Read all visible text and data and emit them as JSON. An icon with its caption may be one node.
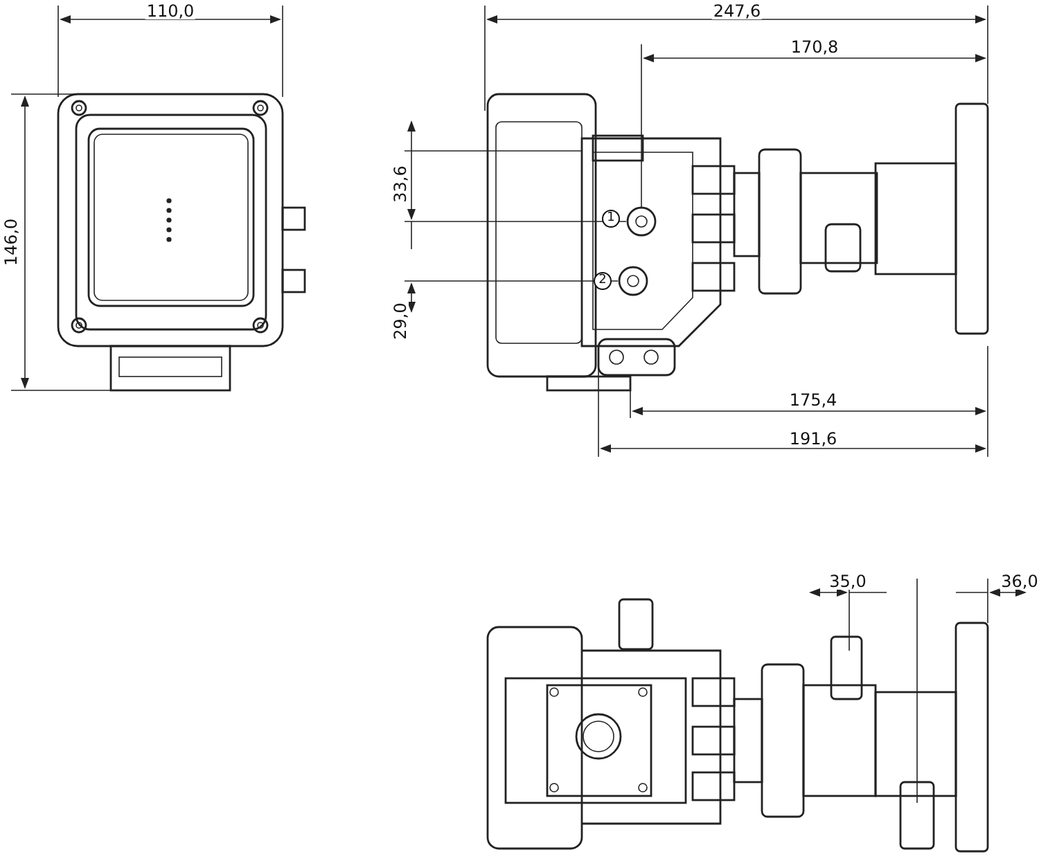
{
  "diagram": {
    "labels": [
      "110,0",
      "247,6",
      "170,8",
      "146,0",
      "33,6",
      "1",
      "2",
      "29,0",
      "175,4",
      "191,6",
      "35,0",
      "36,0"
    ]
  }
}
